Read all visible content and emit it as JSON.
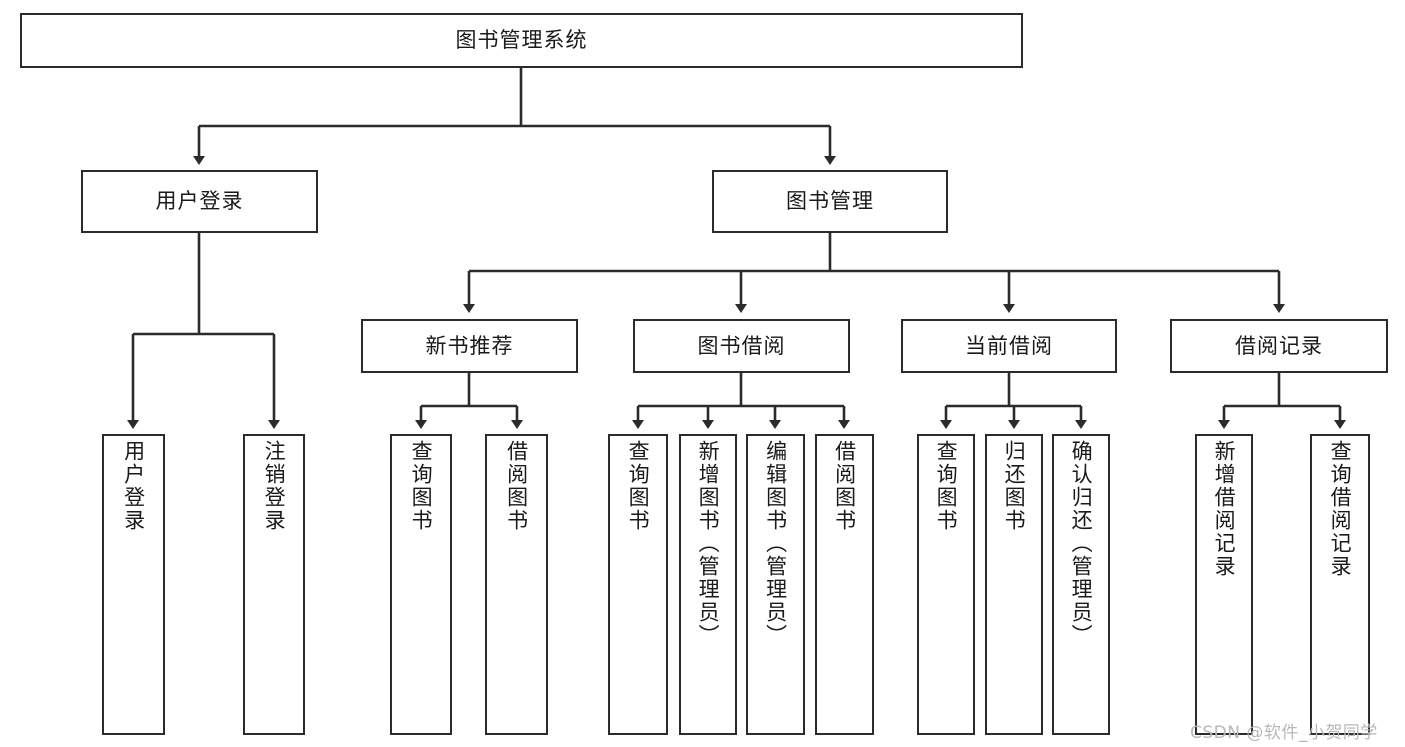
{
  "diagram": {
    "type": "tree-hierarchy",
    "title": "图书管理系统",
    "root": {
      "label": "图书管理系统"
    },
    "level2": [
      {
        "id": "user-login",
        "label": "用户登录"
      },
      {
        "id": "book-manage",
        "label": "图书管理"
      }
    ],
    "level3": [
      {
        "id": "new-book-recommend",
        "label": "新书推荐",
        "parent": "book-manage"
      },
      {
        "id": "book-borrow",
        "label": "图书借阅",
        "parent": "book-manage"
      },
      {
        "id": "current-borrow",
        "label": "当前借阅",
        "parent": "book-manage"
      },
      {
        "id": "borrow-record",
        "label": "借阅记录",
        "parent": "book-manage"
      }
    ],
    "leaves": [
      {
        "id": "leaf-user-login",
        "label": "用户登录",
        "parent": "user-login"
      },
      {
        "id": "leaf-logout-login",
        "label": "注销登录",
        "parent": "user-login"
      },
      {
        "id": "leaf-query-book-1",
        "label": "查询图书",
        "parent": "new-book-recommend"
      },
      {
        "id": "leaf-borrow-book-1",
        "label": "借阅图书",
        "parent": "new-book-recommend"
      },
      {
        "id": "leaf-query-book-2",
        "label": "查询图书",
        "parent": "book-borrow"
      },
      {
        "id": "leaf-add-book",
        "label": "新增图书（管理员）",
        "parent": "book-borrow"
      },
      {
        "id": "leaf-edit-book",
        "label": "编辑图书（管理员）",
        "parent": "book-borrow"
      },
      {
        "id": "leaf-borrow-book-2",
        "label": "借阅图书",
        "parent": "book-borrow"
      },
      {
        "id": "leaf-query-book-3",
        "label": "查询图书",
        "parent": "current-borrow"
      },
      {
        "id": "leaf-return-book",
        "label": "归还图书",
        "parent": "current-borrow"
      },
      {
        "id": "leaf-confirm-return",
        "label": "确认归还（管理员）",
        "parent": "current-borrow"
      },
      {
        "id": "leaf-add-record",
        "label": "新增借阅记录",
        "parent": "borrow-record"
      },
      {
        "id": "leaf-query-record",
        "label": "查询借阅记录",
        "parent": "borrow-record"
      }
    ],
    "watermark": "CSDN @软件_小贺同学",
    "colors": {
      "stroke": "#2b2b2b",
      "background": "#ffffff",
      "text": "#1a1a1a",
      "watermark": "#b8b8b8"
    }
  }
}
